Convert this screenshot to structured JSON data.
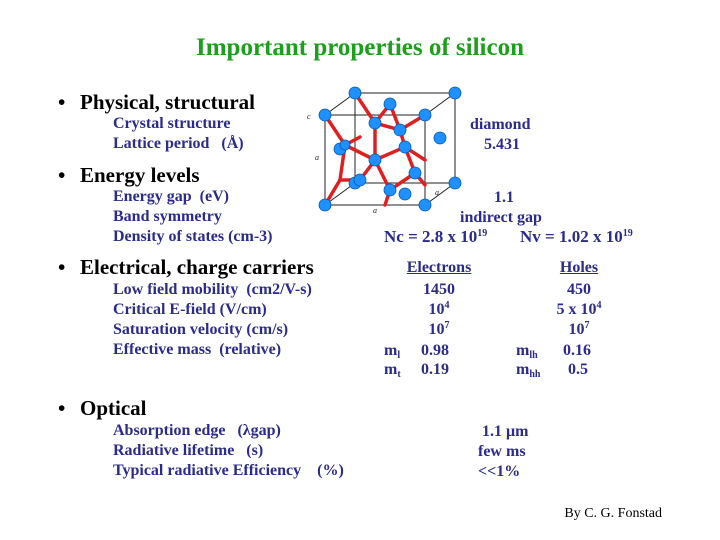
{
  "title": "Important properties of silicon",
  "credit": "By C. G. Fonstad",
  "sections": {
    "physical": {
      "heading": "Physical, structural",
      "rows": [
        {
          "label": "Crystal structure",
          "unit": "",
          "value": "diamond"
        },
        {
          "label": "Lattice period",
          "unit": "(Å)",
          "value": "5.431"
        }
      ]
    },
    "energy": {
      "heading": "Energy levels",
      "rows": [
        {
          "label": "Energy gap",
          "unit": "(eV)",
          "value": "1.1"
        },
        {
          "label": "Band symmetry",
          "unit": "",
          "value": "indirect gap"
        },
        {
          "label": "Density of states",
          "unit": "(cm-3)"
        }
      ],
      "dos": {
        "nc_label": "Nc",
        "nc_value": "= 2.8 x 10",
        "nc_exp": "19",
        "nv_label": "Nv",
        "nv_value": "= 1.02 x 10",
        "nv_exp": "19"
      }
    },
    "electrical": {
      "heading": "Electrical, charge carriers",
      "col_electrons": "Electrons",
      "col_holes": "Holes",
      "rows": [
        {
          "label": "Low field mobility",
          "unit": "(cm2/V-s)",
          "electrons": "1450",
          "holes": "450"
        },
        {
          "label": "Critical E-field",
          "unit": "(V/cm)",
          "electrons_base": "10",
          "electrons_exp": "4",
          "holes_base": "5 x 10",
          "holes_exp": "4"
        },
        {
          "label": "Saturation velocity",
          "unit": "(cm/s)",
          "electrons_base": "10",
          "electrons_exp": "7",
          "holes_base": "10",
          "holes_exp": "7"
        },
        {
          "label": "Effective mass",
          "unit": "(relative)"
        }
      ],
      "masses": {
        "ml": "ml",
        "ml_value": "0.98",
        "mt": "mt",
        "mt_value": "0.19",
        "mlh": "mlh",
        "mlh_value": "0.16",
        "mhh": "mhh",
        "mhh_value": "0.5"
      }
    },
    "optical": {
      "heading": "Optical",
      "rows": [
        {
          "label": "Absorption edge",
          "unit": "(λgap)",
          "value": "1.1 μm"
        },
        {
          "label": "Radiative lifetime",
          "unit": "(s)",
          "value": "few ms"
        },
        {
          "label": "Typical radiative Efficiency",
          "unit": "(%)",
          "value": "<<1%"
        }
      ]
    }
  },
  "crystal_axis_labels": [
    "c",
    "a",
    "a",
    "a"
  ],
  "colors": {
    "title": "#1aa01a",
    "text": "#2b2b8c",
    "atom": "#1e90ff",
    "bond": "#e02020"
  }
}
